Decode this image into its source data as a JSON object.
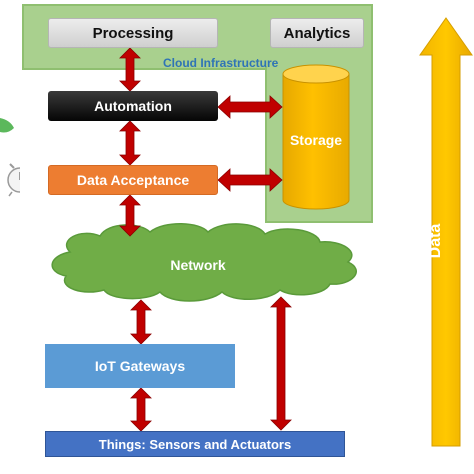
{
  "diagram": {
    "cloud_infrastructure_label": "Cloud Infrastructure",
    "processing_label": "Processing",
    "analytics_label": "Analytics",
    "automation_label": "Automation",
    "storage_label": "Storage",
    "data_acceptance_label": "Data Acceptance",
    "network_label": "Network",
    "iot_gateways_label": "IoT Gateways",
    "things_label": "Things: Sensors and Actuators",
    "data_arrow_label": "Data"
  },
  "colors": {
    "cloud_panel": "#a9d08e",
    "automation": "#000000",
    "data_acceptance": "#ed7d31",
    "storage": "#ffc000",
    "network": "#70ad47",
    "iot_gateways": "#5b9bd5",
    "things": "#4472c4",
    "arrows": "#c00000",
    "data_arrow": "#ffc000"
  }
}
